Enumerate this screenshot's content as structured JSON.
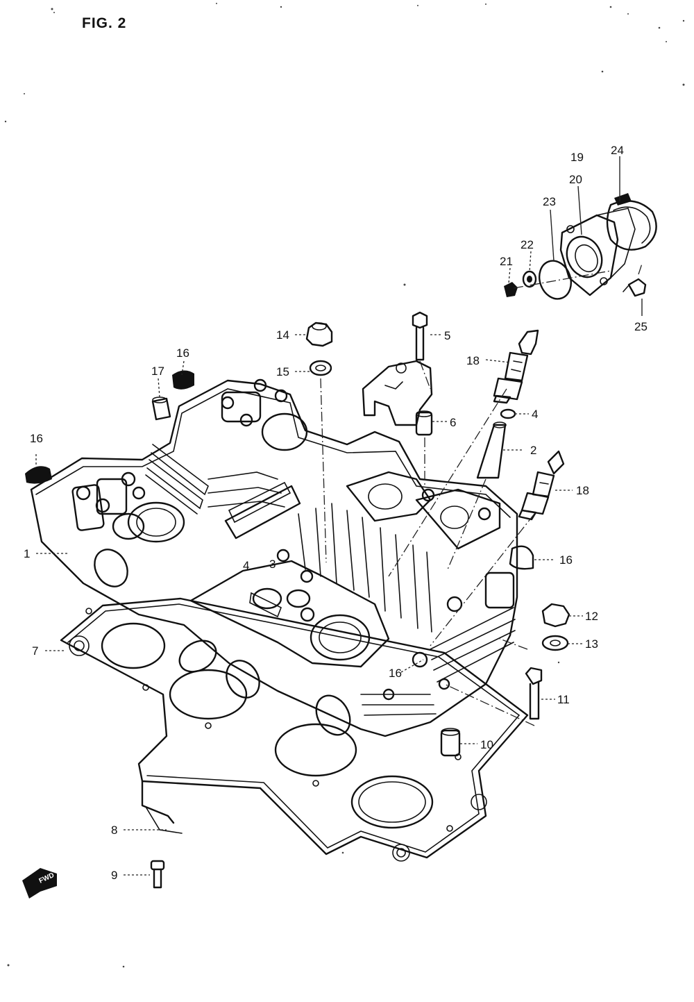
{
  "figure": {
    "title": "FIG. 2"
  },
  "callouts": [
    "1",
    "2",
    "3",
    "4",
    "4",
    "5",
    "6",
    "7",
    "8",
    "9",
    "10",
    "11",
    "12",
    "13",
    "14",
    "15",
    "16",
    "16",
    "16",
    "16",
    "17",
    "18",
    "18",
    "19",
    "20",
    "21",
    "22",
    "23",
    "24",
    "25"
  ],
  "parts": {
    "cylinder_head": "1",
    "valve_guide": "2",
    "valve_guide_ring": "3",
    "plug_gasket": "4",
    "cap_bolt": "5",
    "dowel_pin_upper": "6",
    "head_gasket_bolt": "7",
    "cylinder_gasket": "8",
    "screw": "9",
    "dowel_pin_lower": "10",
    "stud_bolt": "11",
    "nut_upper": "12",
    "washer_lower": "13",
    "nut": "14",
    "washer": "15",
    "plug": "16",
    "cap": "17",
    "spark_plug": "18",
    "intake_pipe_a": "19",
    "intake_pipe_b": "20",
    "pipe_bolt": "21",
    "pipe_washer": "22",
    "o_ring": "23",
    "clamp": "24",
    "clamp_screw": "25"
  },
  "direction_marker": {
    "label": "FWD",
    "icon": "forward-arrow-icon"
  }
}
